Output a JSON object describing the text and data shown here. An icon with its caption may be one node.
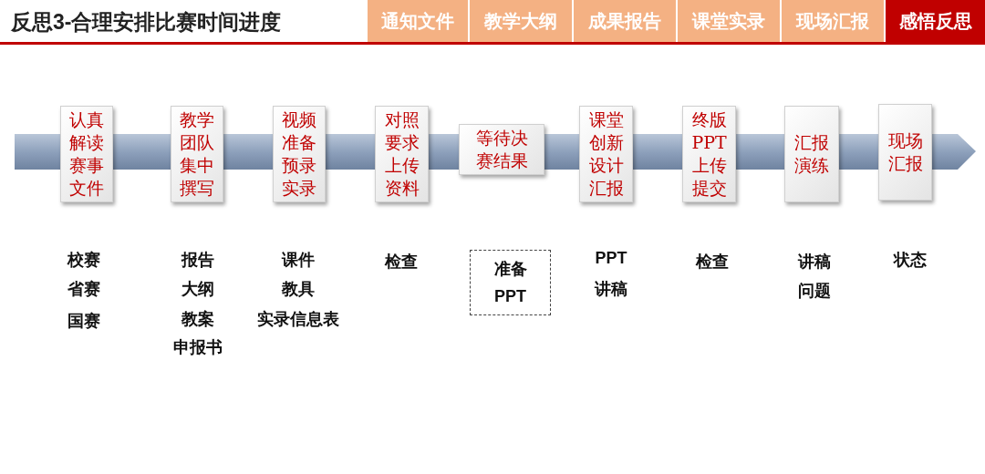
{
  "diagram": {
    "title": "反思3-合理安排比赛时间进度",
    "nodes": [
      {
        "text": [
          "通知文件"
        ]
      },
      {
        "text": [
          "教学大纲"
        ]
      },
      {
        "text": [
          "成果报告"
        ]
      },
      {
        "text": [
          "课堂实录"
        ]
      },
      {
        "text": [
          "现场汇报"
        ]
      },
      {
        "text": [
          "感悟反思"
        ]
      },
      {
        "text": [
          "认真解读赛事文件"
        ]
      },
      {
        "text": [
          "教学团队集中撰写"
        ]
      },
      {
        "text": [
          "视频准备预录实录"
        ]
      },
      {
        "text": [
          "对照要求上传资料"
        ]
      },
      {
        "text": [
          "等待决赛结果"
        ]
      },
      {
        "text": [
          "课堂创新设计汇报"
        ]
      },
      {
        "text": [
          "终版PPT上传提交"
        ]
      },
      {
        "text": [
          "汇报演练"
        ]
      },
      {
        "text": [
          "现场汇报"
        ]
      },
      {
        "text": [
          "准备 PPT"
        ]
      }
    ],
    "labels": [
      "校赛",
      "省赛",
      "国赛",
      "报告",
      "大纲",
      "教案",
      "申报书",
      "课件",
      "教具",
      "实录信息表",
      "检查",
      "PPT",
      "讲稿",
      "检查",
      "讲稿",
      "问题",
      "状态"
    ]
  }
}
